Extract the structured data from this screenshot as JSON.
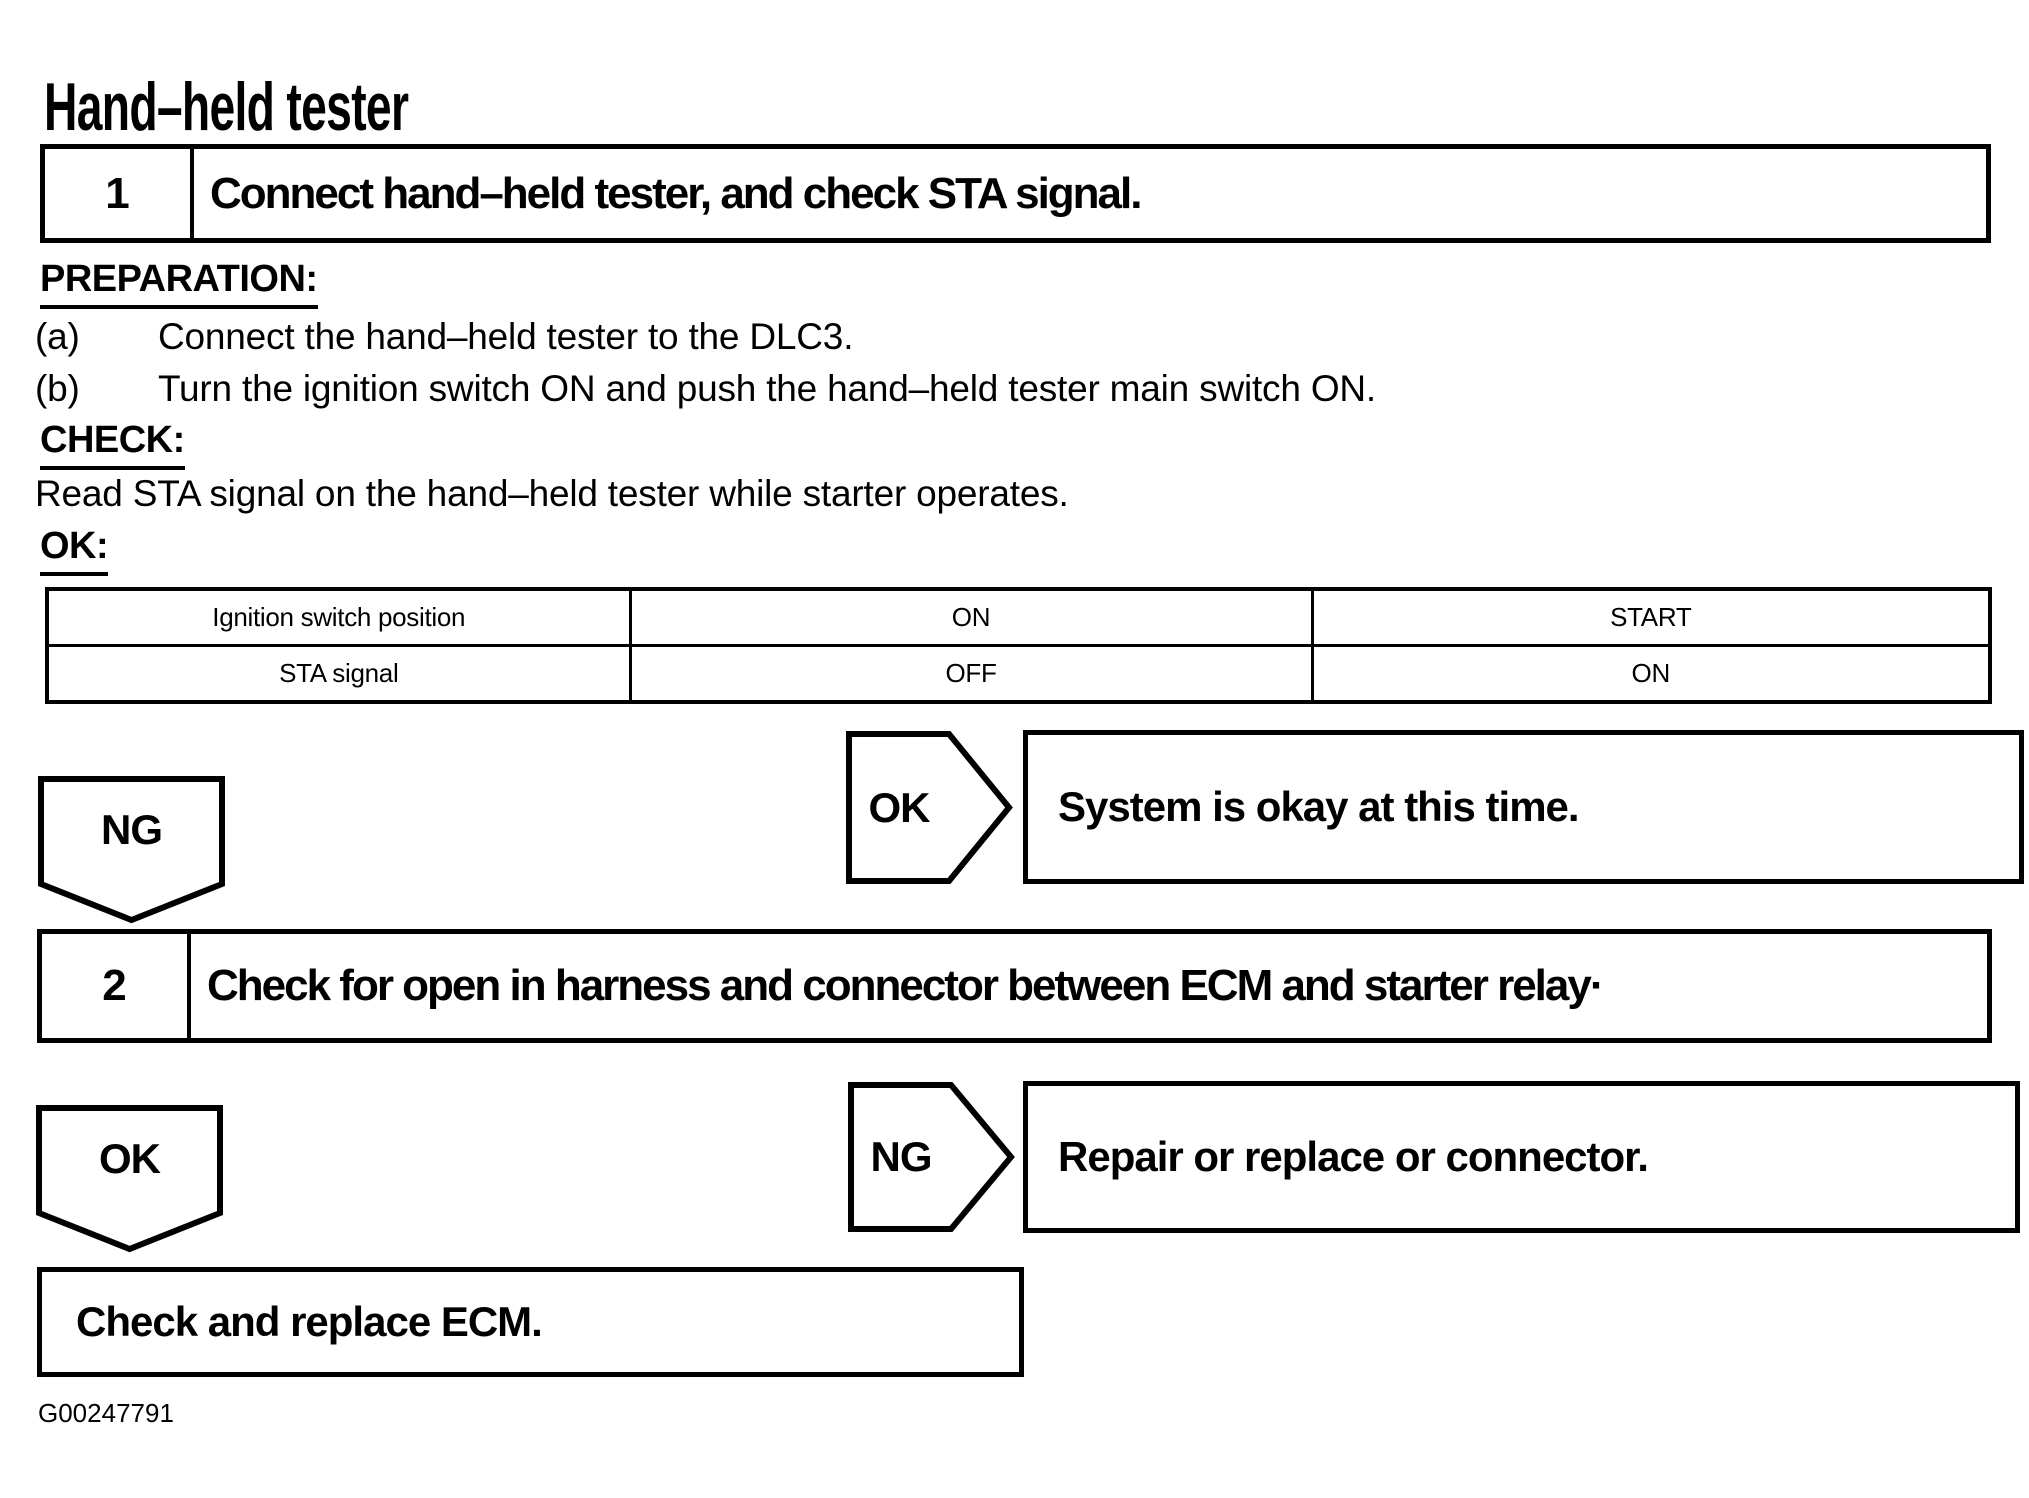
{
  "page": {
    "title": "Hand–held tester",
    "figure_code": "G00247791"
  },
  "step1": {
    "number": "1",
    "title": "Connect hand–held tester, and check STA signal.",
    "preparation_heading": "PREPARATION:",
    "preparation_steps": [
      {
        "label": "(a)",
        "text": "Connect the hand–held tester to the DLC3."
      },
      {
        "label": "(b)",
        "text": "Turn the ignition switch ON and push the hand–held tester main switch ON."
      }
    ],
    "check_heading": "CHECK:",
    "check_text": "Read STA signal on the hand–held tester while starter operates.",
    "ok_heading": "OK:",
    "result_table": {
      "rows": [
        {
          "cells": [
            "Ignition switch position",
            "ON",
            "START"
          ]
        },
        {
          "cells": [
            "STA signal",
            "OFF",
            "ON"
          ]
        }
      ]
    },
    "ng_connector_label": "NG",
    "ok_branch_label": "OK",
    "ok_branch_result": "System is okay at this time."
  },
  "step2": {
    "number": "2",
    "title": "Check for open in harness and connector between ECM and starter relay·",
    "ok_connector_label": "OK",
    "ng_branch_label": "NG",
    "ng_branch_result": "Repair or replace or connector.",
    "ok_result": "Check and replace ECM."
  }
}
